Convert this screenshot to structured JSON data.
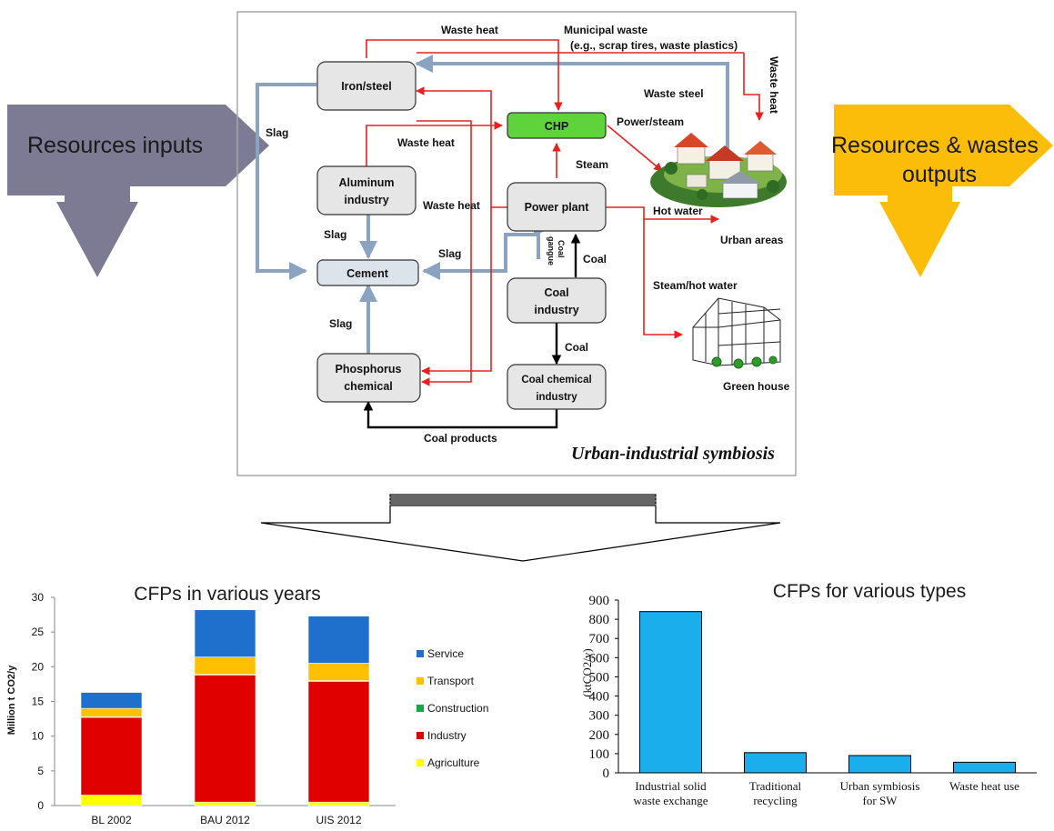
{
  "side_labels": {
    "inputs": "Resources inputs",
    "outputs_line1": "Resources & wastes",
    "outputs_line2": "outputs"
  },
  "diagram": {
    "title": "Urban-industrial symbiosis",
    "nodes": {
      "iron_steel": "Iron/steel",
      "aluminum_1": "Aluminum",
      "aluminum_2": "industry",
      "cement": "Cement",
      "phosphorus_1": "Phosphorus",
      "phosphorus_2": "chemical",
      "chp": "CHP",
      "power_plant": "Power plant",
      "coal_industry_1": "Coal",
      "coal_industry_2": "industry",
      "coal_chemical_1": "Coal chemical",
      "coal_chemical_2": "industry"
    },
    "flows": {
      "waste_heat_top": "Waste heat",
      "municipal_1": "Municipal waste",
      "municipal_2": "(e.g., scrap tires, waste plastics)",
      "waste_heat_right": "Waste heat",
      "waste_steel": "Waste steel",
      "slag_left": "Slag",
      "waste_heat_mid": "Waste heat",
      "power_steam": "Power/steam",
      "steam": "Steam",
      "waste_heat_pp": "Waste heat",
      "hot_water": "Hot water",
      "urban_areas": "Urban areas",
      "slag_alu": "Slag",
      "slag_mid": "Slag",
      "coal_gangue_1": "Coal",
      "coal_gangue_2": "gangue",
      "coal_up": "Coal",
      "steam_hot_water": "Steam/hot water",
      "slag_phos": "Slag",
      "coal_down": "Coal",
      "green_house": "Green house",
      "coal_products": "Coal products"
    }
  },
  "colors": {
    "waste_heat": "#e8201e",
    "material": "#8aa3c0",
    "coal": "#000000",
    "chp_fill": "#5fd33c",
    "input_arrow": "#7d7a94",
    "output_arrow": "#fbbd0a",
    "service": "#1f6fcc",
    "transport": "#ffc000",
    "construction": "#12a843",
    "industry": "#e00000",
    "agriculture": "#ffff00",
    "bar_blue": "#1aaeec"
  },
  "chart_data": [
    {
      "type": "bar",
      "stacked": true,
      "title": "CFPs in various years",
      "ylabel": "Million t CO2/y",
      "xlabel": "",
      "categories": [
        "BL 2002",
        "BAU 2012",
        "UIS 2012"
      ],
      "ylim": [
        0,
        30
      ],
      "yticks": [
        0,
        5,
        10,
        15,
        20,
        25,
        30
      ],
      "legend_position": "right",
      "series": [
        {
          "name": "Agriculture",
          "values": [
            1.5,
            0.5,
            0.5
          ]
        },
        {
          "name": "Industry",
          "values": [
            11.2,
            18.3,
            17.4
          ]
        },
        {
          "name": "Construction",
          "values": [
            0.1,
            0.1,
            0.1
          ]
        },
        {
          "name": "Transport",
          "values": [
            1.2,
            2.5,
            2.5
          ]
        },
        {
          "name": "Service",
          "values": [
            2.3,
            6.8,
            6.8
          ]
        }
      ]
    },
    {
      "type": "bar",
      "title": "CFPs for various types",
      "ylabel": "(ktCO2/y)",
      "xlabel": "",
      "categories": [
        [
          "Industrial solid",
          "waste exchange"
        ],
        [
          "Traditional",
          "recycling"
        ],
        [
          "Urban symbiosis",
          "for SW"
        ],
        [
          "Waste heat use"
        ]
      ],
      "values": [
        840,
        105,
        90,
        55
      ],
      "ylim": [
        0,
        900
      ],
      "yticks": [
        0,
        100,
        200,
        300,
        400,
        500,
        600,
        700,
        800,
        900
      ]
    }
  ]
}
